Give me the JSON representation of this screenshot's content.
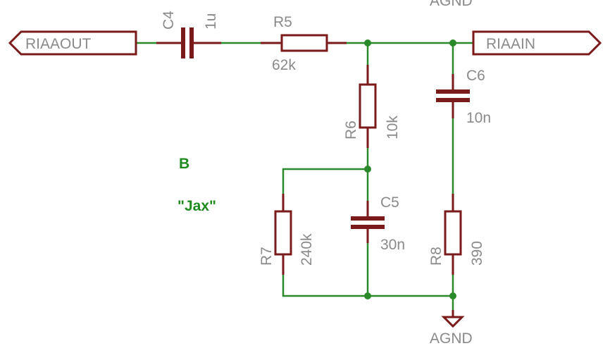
{
  "colors": {
    "wire": "#2a8a2a",
    "component": "#7a1a1a",
    "label_gray": "#8a8a8a",
    "label_green": "#1f8a1f",
    "background": "#ffffff"
  },
  "ports": {
    "out": "RIAAOUT",
    "in": "RIAAIN"
  },
  "ground": {
    "top_label": "AGND",
    "bottom_label": "AGND"
  },
  "components": {
    "c4": {
      "name": "C4",
      "value": "1u"
    },
    "r5": {
      "name": "R5",
      "value": "62k"
    },
    "r6": {
      "name": "R6",
      "value": "10k"
    },
    "c6": {
      "name": "C6",
      "value": "10n"
    },
    "c5": {
      "name": "C5",
      "value": "30n"
    },
    "r7": {
      "name": "R7",
      "value": "240k"
    },
    "r8": {
      "name": "R8",
      "value": "390"
    }
  },
  "annotations": {
    "variant": "B",
    "name": "\"Jax\""
  }
}
